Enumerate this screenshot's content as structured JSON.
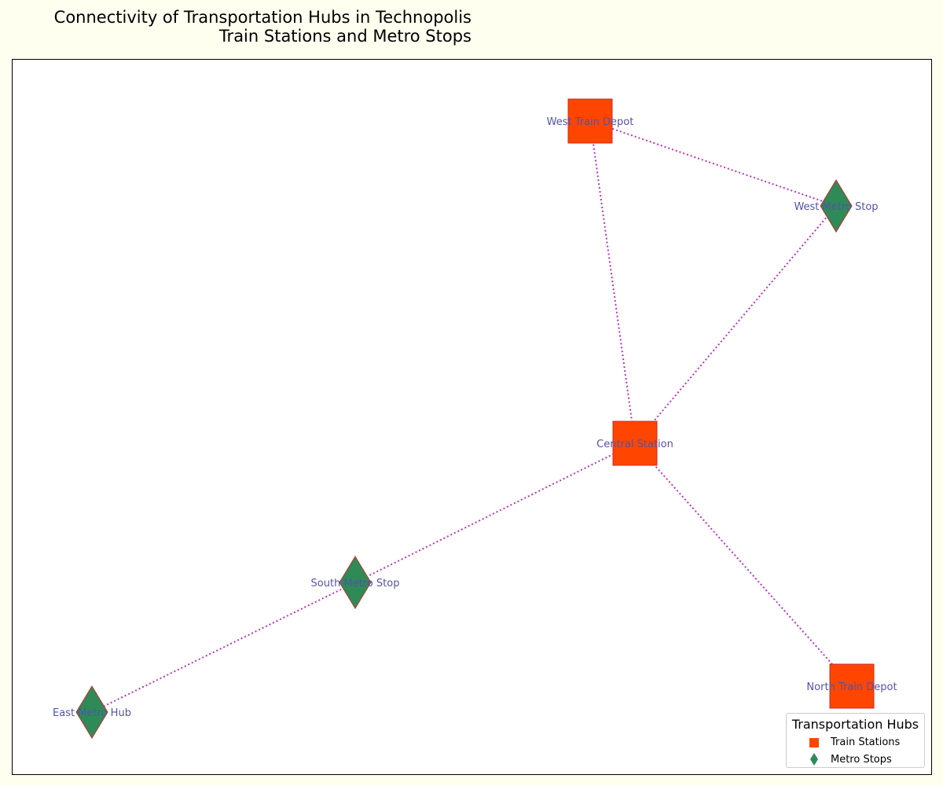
{
  "title": {
    "line1": "Connectivity of Transportation Hubs in Technopolis",
    "line2": "Train Stations and Metro Stops"
  },
  "colors": {
    "train": "#ff4500",
    "metro": "#2e8b57",
    "edge": "#bb33bb",
    "node_border": "#c0302a",
    "label": "#5353a6"
  },
  "nodes": [
    {
      "id": "west-train-depot",
      "label": "West Train Depot",
      "type": "train"
    },
    {
      "id": "west-metro-stop",
      "label": "West Metro Stop",
      "type": "metro"
    },
    {
      "id": "central-station",
      "label": "Central Station",
      "type": "train"
    },
    {
      "id": "south-metro-stop",
      "label": "South Metro Stop",
      "type": "metro"
    },
    {
      "id": "east-metro-hub",
      "label": "East Metro Hub",
      "type": "metro"
    },
    {
      "id": "north-train-depot",
      "label": "North Train Depot",
      "type": "train"
    }
  ],
  "edges": [
    {
      "from": "west-train-depot",
      "to": "west-metro-stop"
    },
    {
      "from": "west-train-depot",
      "to": "central-station"
    },
    {
      "from": "west-metro-stop",
      "to": "central-station"
    },
    {
      "from": "central-station",
      "to": "south-metro-stop"
    },
    {
      "from": "central-station",
      "to": "north-train-depot"
    },
    {
      "from": "south-metro-stop",
      "to": "east-metro-hub"
    }
  ],
  "legend": {
    "title": "Transportation Hubs",
    "items": [
      {
        "label": "Train Stations",
        "shape": "square"
      },
      {
        "label": "Metro Stops",
        "shape": "diamond"
      }
    ]
  }
}
